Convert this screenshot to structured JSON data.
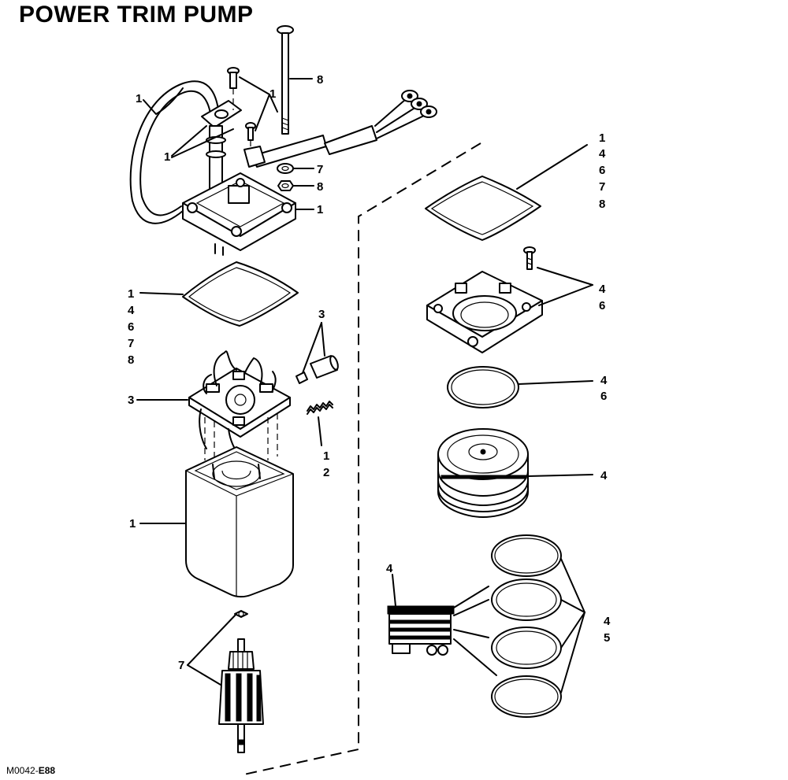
{
  "title": "POWER TRIM PUMP",
  "figure_code_prefix": "M0042-",
  "figure_code_suffix": "E88",
  "callouts": {
    "c_hose": "1",
    "c_screws": "1",
    "c_bracket": "1",
    "c_bolt": "8",
    "c_washer": "7",
    "c_nut": "8",
    "c_endcap": "1",
    "c_seal_left": [
      "1",
      "4",
      "6",
      "7",
      "8"
    ],
    "c_seal_right": [
      "1",
      "4",
      "6",
      "7",
      "8"
    ],
    "c_pins": "3",
    "c_brushplate": "3",
    "c_spring": [
      "1",
      "2"
    ],
    "c_housing": "1",
    "c_armature": "7",
    "c_pumpcover": [
      "4",
      "6"
    ],
    "c_oring": [
      "4",
      "6"
    ],
    "c_pumpbody": "4",
    "c_gear": "4",
    "c_rings": [
      "4",
      "5"
    ]
  }
}
